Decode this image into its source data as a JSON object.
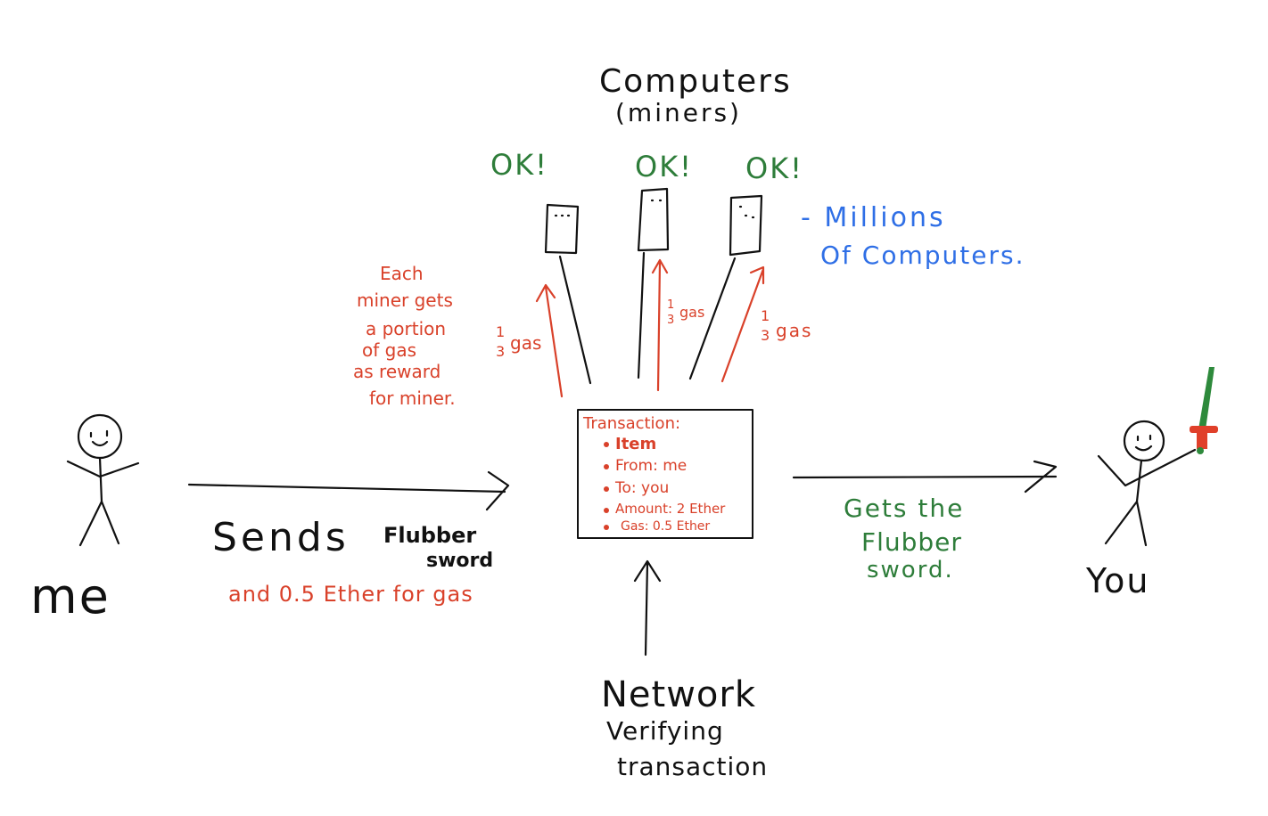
{
  "colors": {
    "ink": "#111111",
    "red": "#d9412a",
    "green": "#2e7d3a",
    "blue": "#2f6fe6"
  },
  "diagram": {
    "computers_label": "Computers",
    "miners_label": "(miners)",
    "ok_labels": [
      "OK!",
      "OK!",
      "OK!"
    ],
    "millions_line1": "- Millions",
    "millions_line2": "Of Computers.",
    "reward_note": [
      "Each",
      "miner gets",
      "a portion",
      "of gas",
      "as reward",
      "for miner."
    ],
    "gas_share_numerator": "1",
    "gas_share_denominator": "3",
    "gas_share_unit": "gas",
    "transaction": {
      "title": "Transaction:",
      "items": [
        "Item",
        "From: me",
        "To: you",
        "Amount: 2 Ether",
        "Gas: 0.5 Ether"
      ]
    },
    "sender_label": "me",
    "sends_label": "Sends",
    "flubber_line1": "Flubber",
    "flubber_line2": "sword",
    "ether_note": "and 0.5 Ether for gas",
    "receiver_label": "You",
    "gets_line1": "Gets the",
    "gets_line2": "Flubber",
    "gets_line3": "sword.",
    "network_label": "Network",
    "verifying_line1": "Verifying",
    "verifying_line2": "transaction"
  }
}
